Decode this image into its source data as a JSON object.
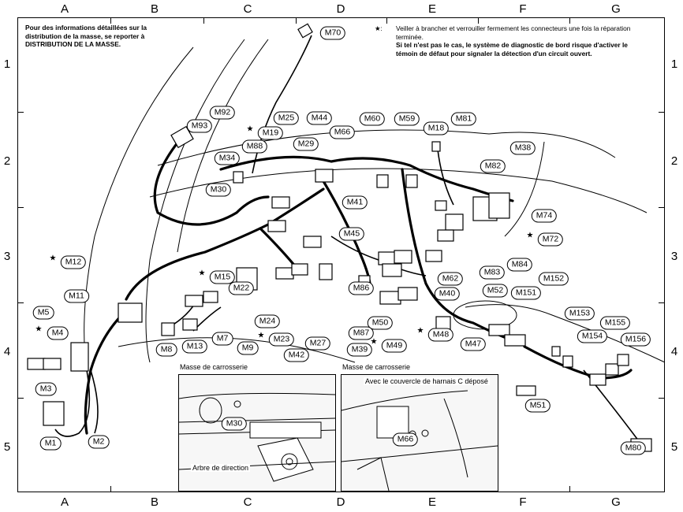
{
  "grid": {
    "columns": [
      "A",
      "B",
      "C",
      "D",
      "E",
      "F",
      "G"
    ],
    "rows": [
      "1",
      "2",
      "3",
      "4",
      "5"
    ]
  },
  "notes": {
    "ground_info": [
      "Pour des informations détaillées sur la",
      "distribution de la masse, se reporter à",
      "DISTRIBUTION DE LA MASSE."
    ],
    "star_symbol": "★:",
    "caution_normal": [
      "Veiller à brancher et verrouiller fermement les connecteurs une fois la réparation",
      "terminée."
    ],
    "caution_bold": [
      "Si tel n'est pas le cas, le système de diagnostic de bord risque d'activer le",
      "témoin de défaut pour signaler la détection d'un circuit ouvert."
    ]
  },
  "connectors": [
    {
      "id": "M70"
    },
    {
      "id": "M93"
    },
    {
      "id": "M92"
    },
    {
      "id": "M19",
      "star": true
    },
    {
      "id": "M25"
    },
    {
      "id": "M44"
    },
    {
      "id": "M66"
    },
    {
      "id": "M60"
    },
    {
      "id": "M59"
    },
    {
      "id": "M18"
    },
    {
      "id": "M81"
    },
    {
      "id": "M38"
    },
    {
      "id": "M88"
    },
    {
      "id": "M29"
    },
    {
      "id": "M34"
    },
    {
      "id": "M82"
    },
    {
      "id": "M30"
    },
    {
      "id": "M41"
    },
    {
      "id": "M74"
    },
    {
      "id": "M45"
    },
    {
      "id": "M72",
      "star": true
    },
    {
      "id": "M12",
      "star": true
    },
    {
      "id": "M84"
    },
    {
      "id": "M83"
    },
    {
      "id": "M62"
    },
    {
      "id": "M15",
      "star": true
    },
    {
      "id": "M22"
    },
    {
      "id": "M40"
    },
    {
      "id": "M152"
    },
    {
      "id": "M52"
    },
    {
      "id": "M151"
    },
    {
      "id": "M86"
    },
    {
      "id": "M11"
    },
    {
      "id": "M24"
    },
    {
      "id": "M50"
    },
    {
      "id": "M153"
    },
    {
      "id": "M5"
    },
    {
      "id": "M4",
      "star": true
    },
    {
      "id": "M8"
    },
    {
      "id": "M13"
    },
    {
      "id": "M7"
    },
    {
      "id": "M9"
    },
    {
      "id": "M23",
      "star": true
    },
    {
      "id": "M87"
    },
    {
      "id": "M39"
    },
    {
      "id": "M27"
    },
    {
      "id": "M49",
      "star": true
    },
    {
      "id": "M48",
      "star": true
    },
    {
      "id": "M47"
    },
    {
      "id": "M42"
    },
    {
      "id": "M154"
    },
    {
      "id": "M155"
    },
    {
      "id": "M156"
    },
    {
      "id": "M3"
    },
    {
      "id": "M51"
    },
    {
      "id": "M1"
    },
    {
      "id": "M2"
    },
    {
      "id": "M80"
    }
  ],
  "insets": [
    {
      "title": "Masse de carrosserie",
      "caption": "Arbre de direction",
      "connector": "M30"
    },
    {
      "title": "Masse de carrosserie",
      "caption": "Avec le couvercle de harnais C déposé",
      "connector": "M66"
    }
  ]
}
